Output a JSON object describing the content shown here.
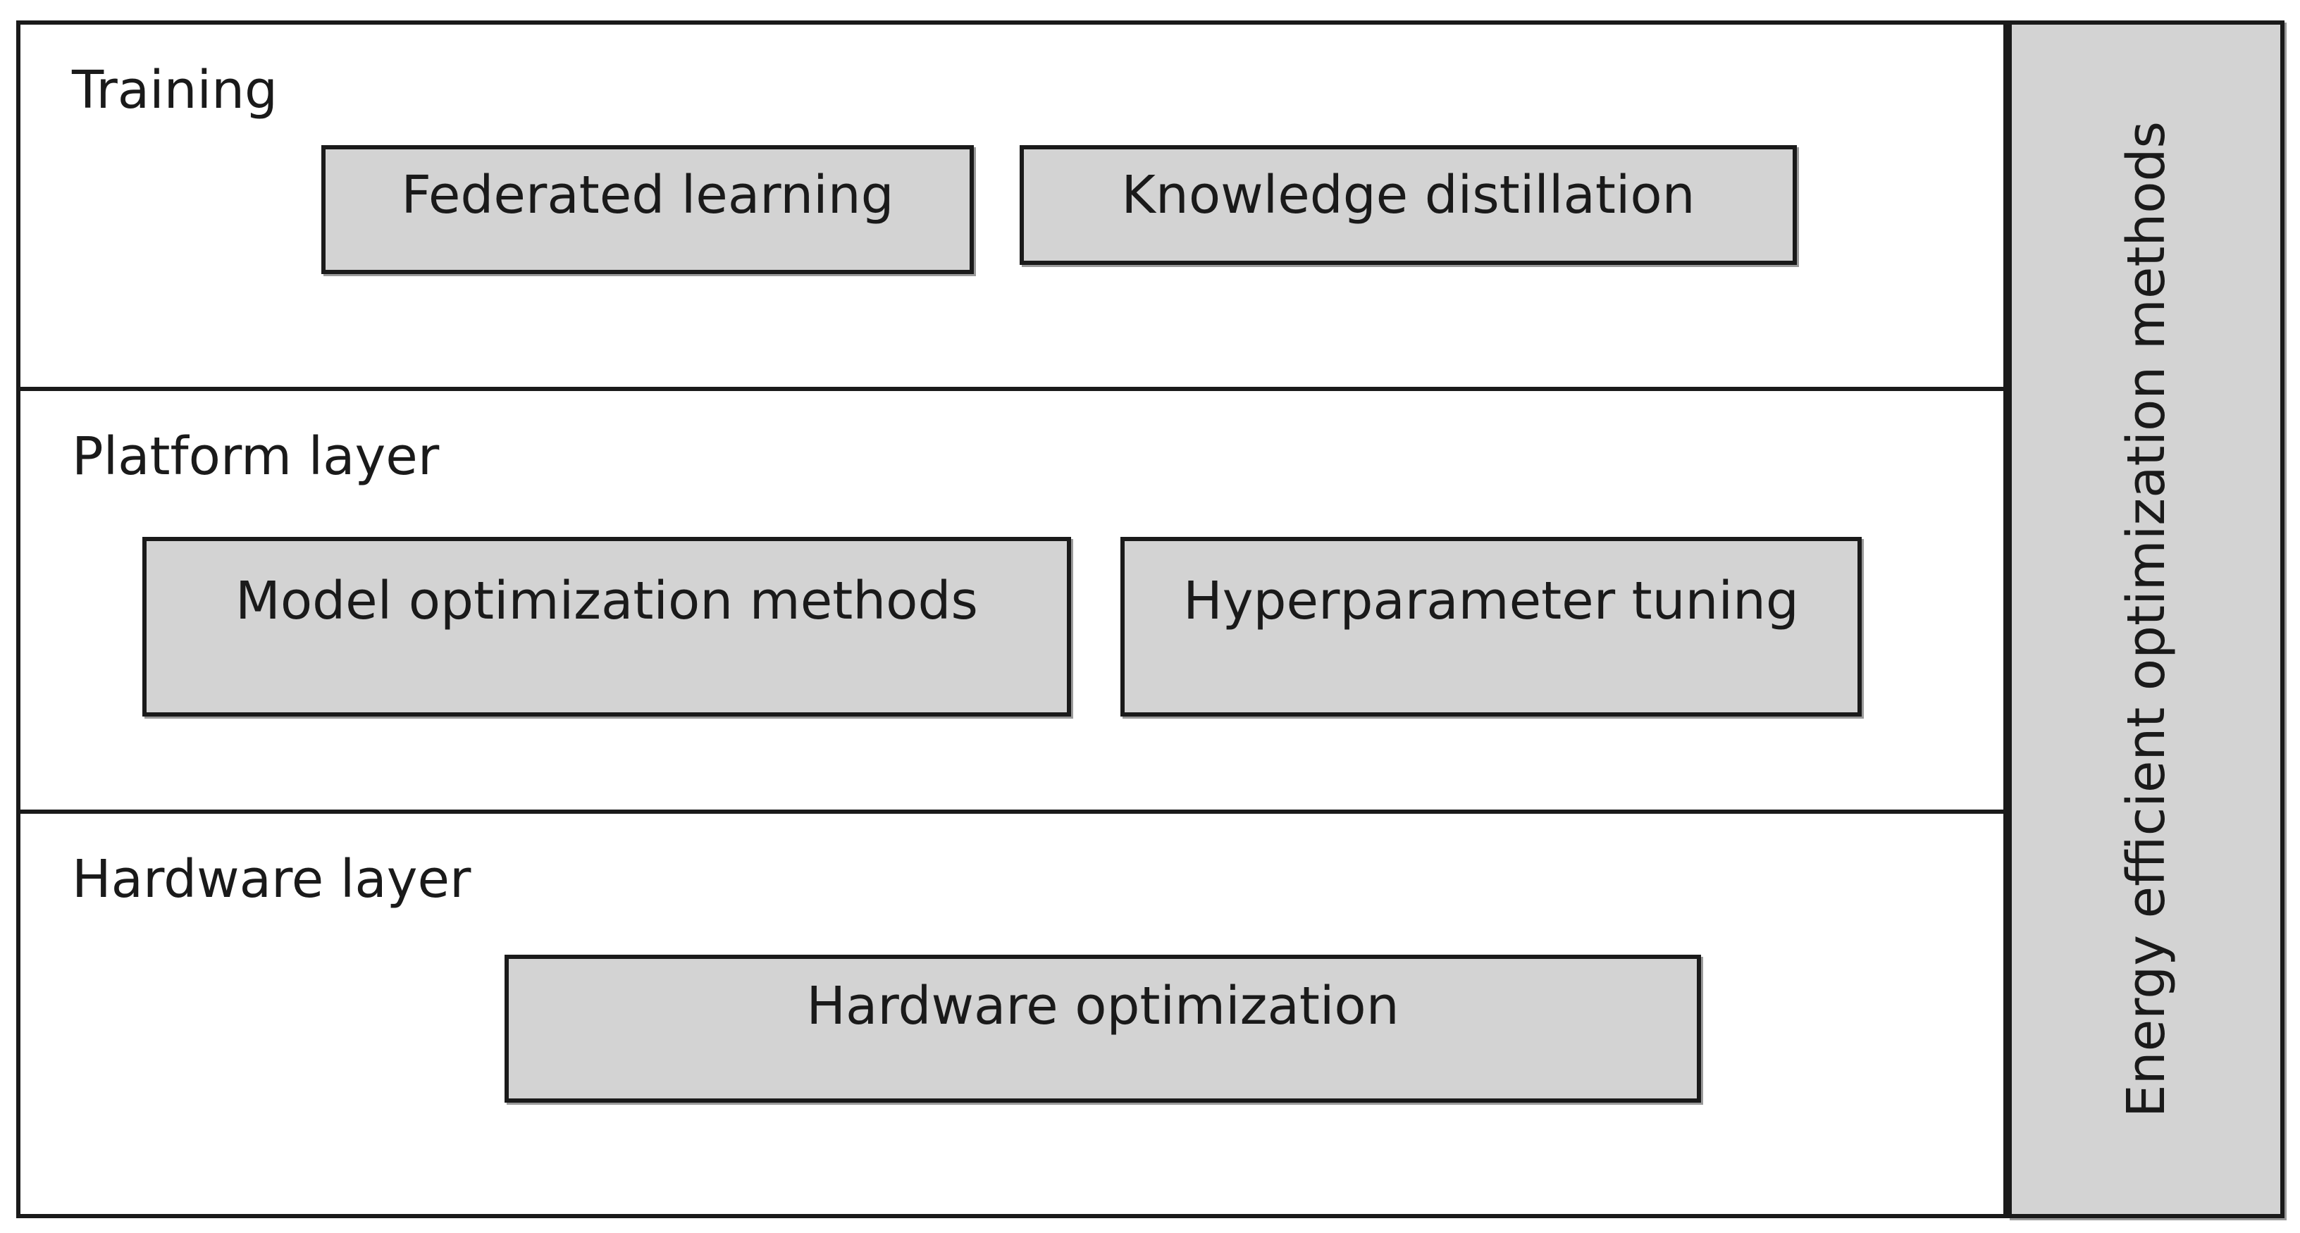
{
  "layers": {
    "training": {
      "title": "Training",
      "methods": [
        "Federated learning",
        "Knowledge distillation"
      ]
    },
    "platform": {
      "title": "Platform layer",
      "methods": [
        "Model optimization methods",
        "Hyperparameter tuning"
      ]
    },
    "hardware": {
      "title": "Hardware layer",
      "methods": [
        "Hardware optimization"
      ]
    }
  },
  "side_label": "Energy efficient optimization methods",
  "colors": {
    "box_fill": "#d3d3d3",
    "border": "#1a1a1a",
    "background": "#ffffff"
  }
}
